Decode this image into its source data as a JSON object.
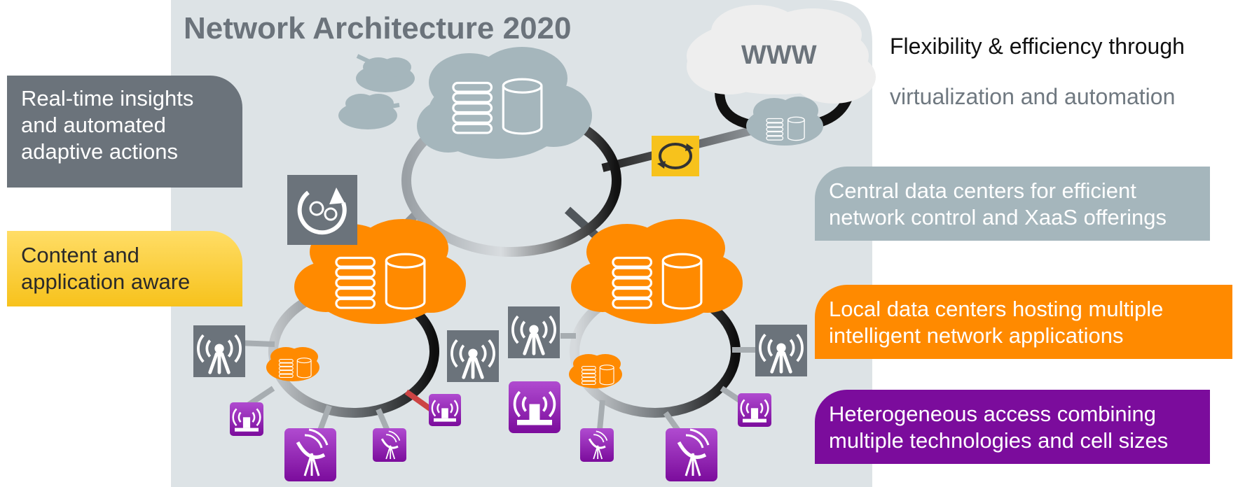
{
  "title": "Network Architecture 2020",
  "tagline": {
    "line1": "Flexibility & efficiency through",
    "line2": "virtualization and automation"
  },
  "www_label": "WWW",
  "callouts": {
    "insights": "Real-time insights\nand automated\nadaptive actions",
    "content": "Content and\napplication aware",
    "central": "Central data centers for efficient\nnetwork control and XaaS offerings",
    "local": "Local data centers hosting multiple\nintelligent network applications",
    "heterogeneous": "Heterogeneous access combining\nmultiple technologies and cell sizes"
  },
  "colors": {
    "panel": "#dde3e6",
    "central_cloud": "#a5b6bc",
    "local_cloud": "#ff8a00",
    "access": "#7b0c9c",
    "automation_badge": "#6b737b",
    "orchestration_badge": "#f7c21c",
    "www_cloud": "#eeeeee"
  },
  "icons": {
    "central_dc": "server-stack-and-database-icon",
    "automation": "gears-cycle-icon",
    "orchestration": "sync-arrows-icon",
    "macro_antenna": "antenna-tower-icon",
    "small_cell": "small-cell-antenna-icon",
    "satellite_dish": "dish-antenna-icon"
  }
}
